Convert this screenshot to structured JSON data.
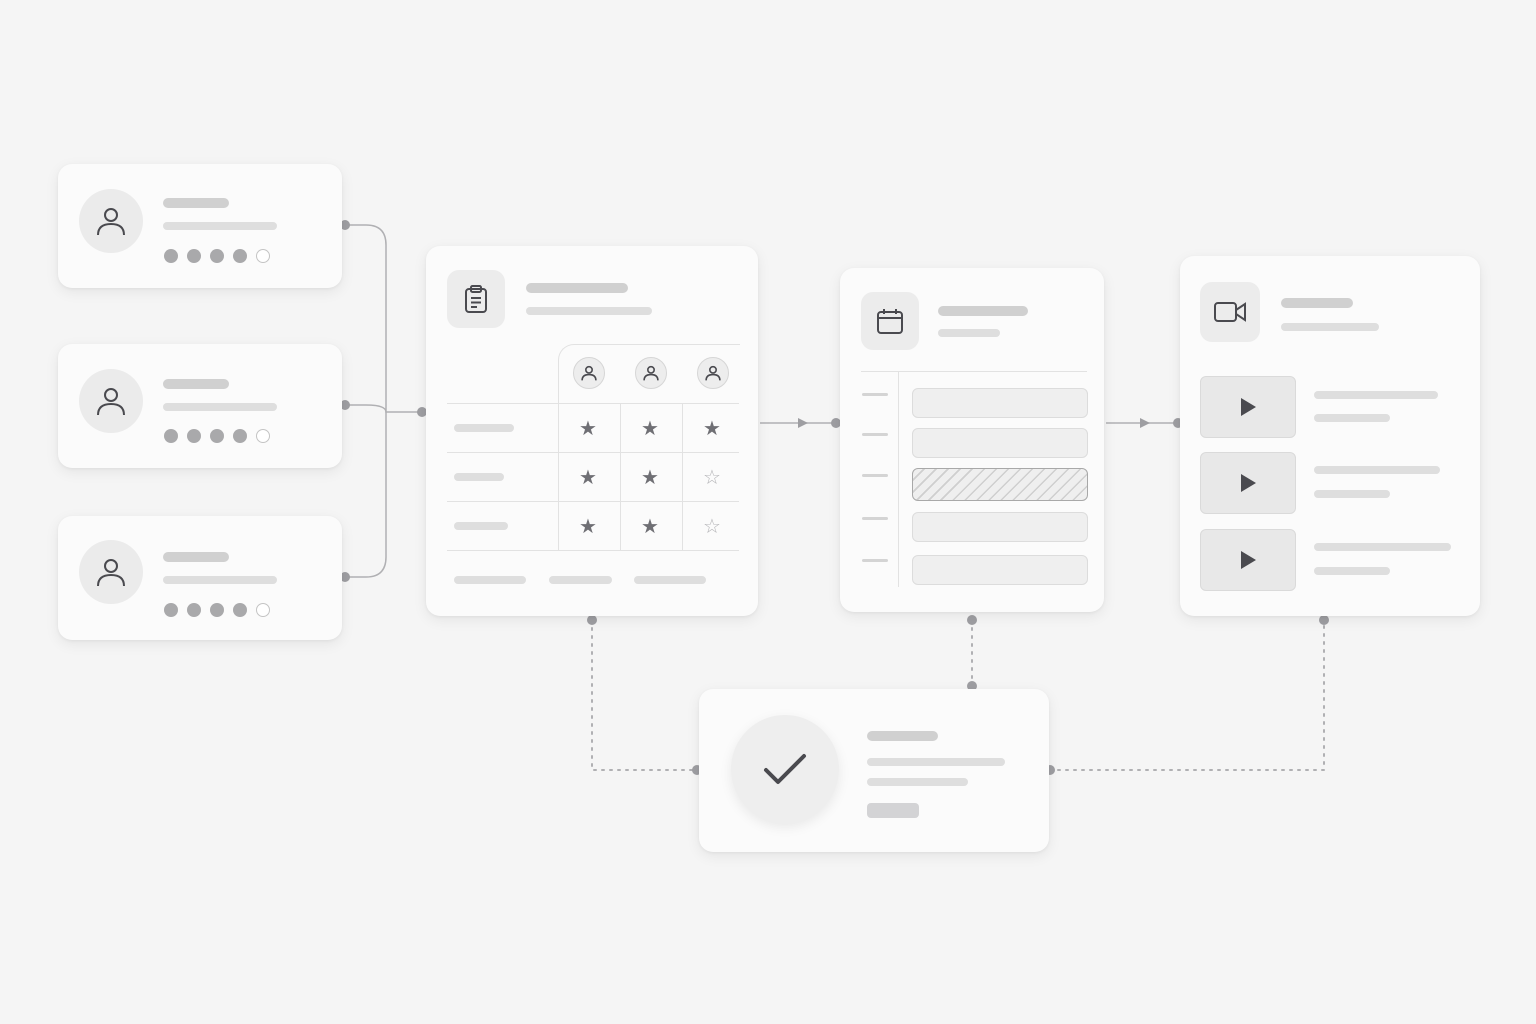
{
  "diagram": {
    "people_cards": [
      {
        "rating": 4,
        "max_rating": 5
      },
      {
        "rating": 4,
        "max_rating": 5
      },
      {
        "rating": 4,
        "max_rating": 5
      }
    ],
    "score_matrix": {
      "reviewers": 3,
      "rows": [
        [
          true,
          true,
          true
        ],
        [
          true,
          true,
          false
        ],
        [
          true,
          true,
          false
        ]
      ]
    },
    "schedule": {
      "slots": 5,
      "highlighted_slot": 3
    },
    "videos": {
      "items": 3
    },
    "icons": [
      "user-icon",
      "clipboard-icon",
      "calendar-icon",
      "video-camera-icon",
      "play-icon",
      "check-icon"
    ],
    "colors": {
      "background": "#f5f5f5",
      "card": "#fbfbfb",
      "connector": "#a8a8ab",
      "icon": "#4a4a4f",
      "placeholder": "#dedede"
    }
  }
}
